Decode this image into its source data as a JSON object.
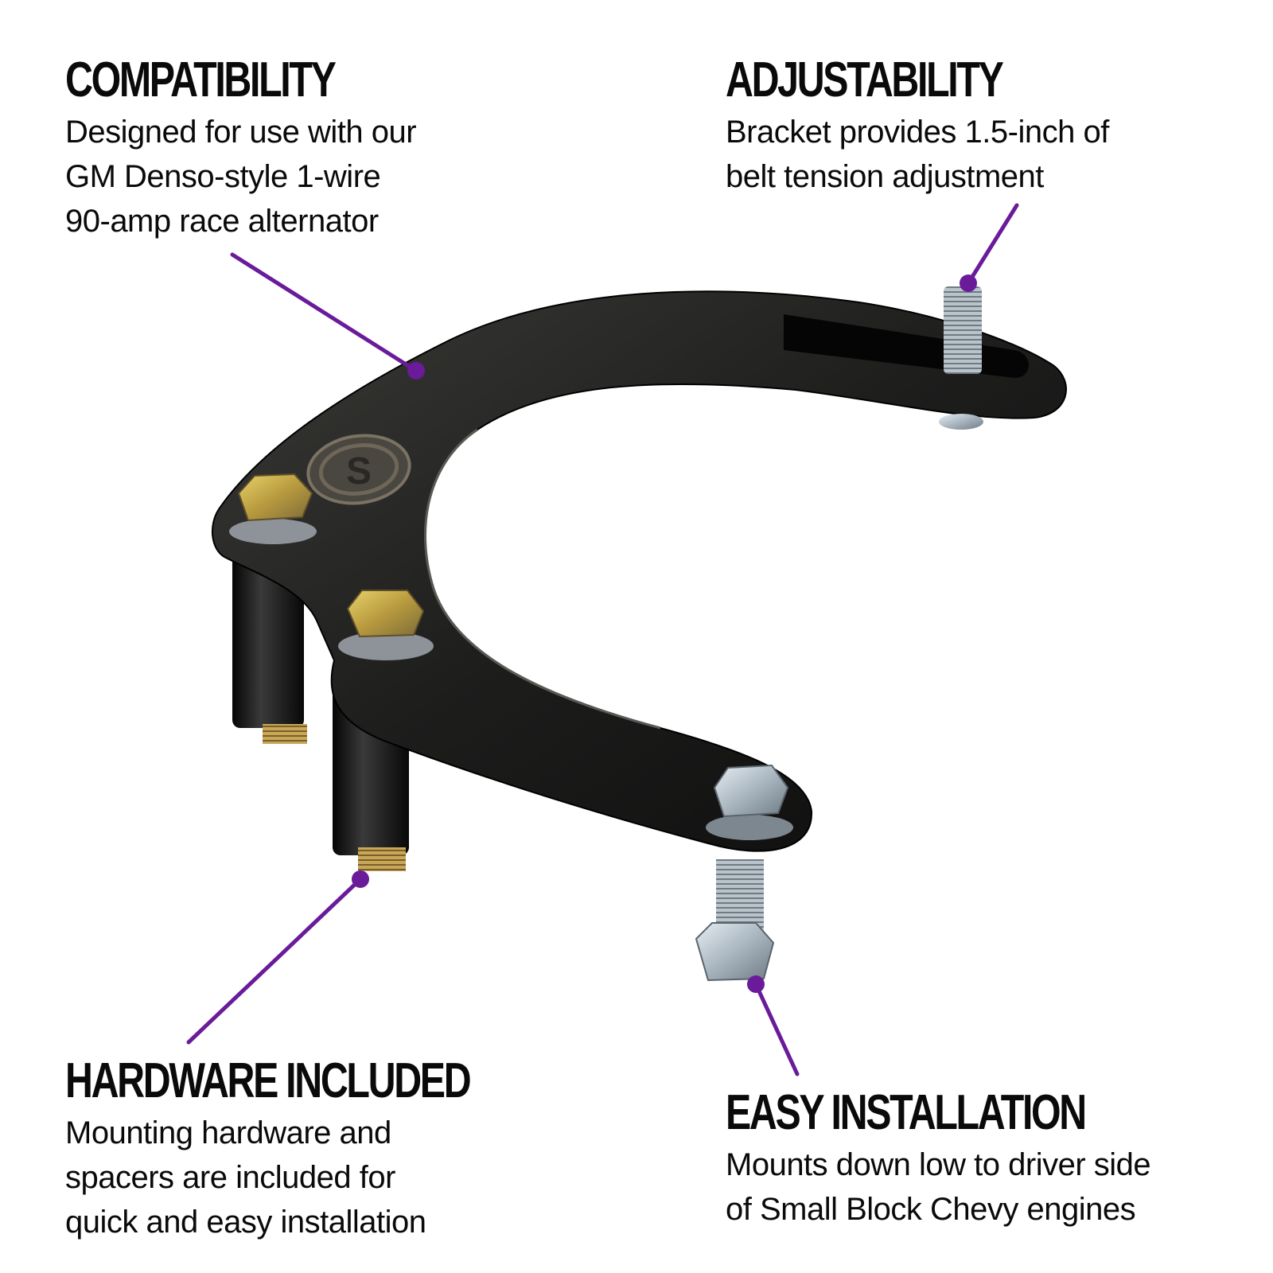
{
  "callouts": [
    {
      "id": "compatibility",
      "title": "COMPATIBILITY",
      "lines": [
        "Designed for use with our",
        "GM Denso-style 1-wire",
        "90-amp race alternator"
      ]
    },
    {
      "id": "adjustability",
      "title": "ADJUSTABILITY",
      "lines": [
        "Bracket provides 1.5-inch of",
        "belt tension adjustment"
      ]
    },
    {
      "id": "hardware-included",
      "title": "HARDWARE INCLUDED",
      "lines": [
        "Mounting hardware and",
        "spacers are included for",
        "quick and easy installation"
      ]
    },
    {
      "id": "easy-installation",
      "title": "EASY INSTALLATION",
      "lines": [
        "Mounts down low to driver side",
        "of Small Block Chevy engines"
      ]
    }
  ],
  "product": {
    "logo_letter": "S",
    "bracket_color": "#1c1c1c",
    "logo_color": "#6e6657"
  },
  "colors": {
    "accent": "#6a1b9a",
    "text": "#0a0a0a",
    "background": "#ffffff"
  }
}
